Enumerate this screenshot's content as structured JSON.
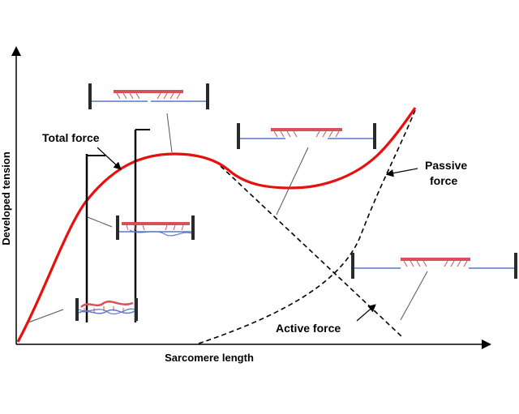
{
  "axes": {
    "x_label": "Sarcomere length",
    "y_label": "Developed tension"
  },
  "labels": {
    "total_force": "Total force",
    "passive_force_line1": "Passive",
    "passive_force_line2": "force",
    "active_force": "Active force"
  },
  "colors": {
    "total_force_curve": "#e8100c",
    "actin_filament": "#5a78c8",
    "myosin_filament": "#d8505a",
    "z_disc": "#2a2a2a",
    "axis": "#000000",
    "component_curves": "#000000"
  }
}
